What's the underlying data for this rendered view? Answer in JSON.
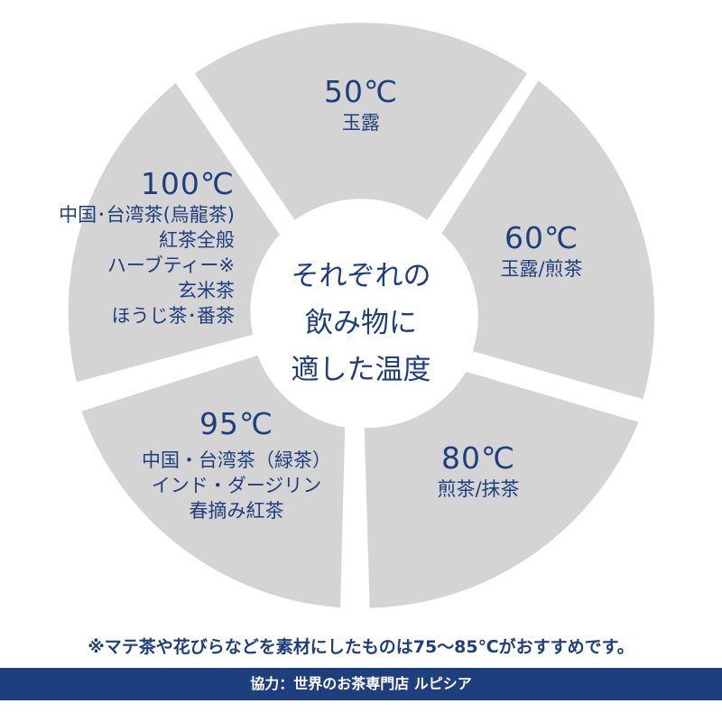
{
  "center": {
    "lines": [
      "それぞれの",
      "飲み物に",
      "適した温度"
    ]
  },
  "segments": [
    {
      "temp": "50℃",
      "teas": [
        "玉露"
      ]
    },
    {
      "temp": "60℃",
      "teas": [
        "玉露/煎茶"
      ]
    },
    {
      "temp": "80℃",
      "teas": [
        "煎茶/抹茶"
      ]
    },
    {
      "temp": "95℃",
      "teas": [
        "中国・台湾茶（緑茶）",
        "インド・ダージリン",
        "春摘み紅茶"
      ]
    },
    {
      "temp": "100℃",
      "teas": [
        "中国･台湾茶(烏龍茶)",
        "紅茶全般",
        "ハーブティー※",
        "玄米茶",
        "ほうじ茶･番茶"
      ]
    }
  ],
  "footnote": "※マテ茶や花びらなどを素材にしたものは75～85℃がおすすめです。",
  "credit": "協力：世界のお茶専門店 ルピシア",
  "colors": {
    "segment_fill": "#d4d4d4",
    "text": "#1e3f7e",
    "bar": "#1e3f7e",
    "background": "#ffffff"
  }
}
